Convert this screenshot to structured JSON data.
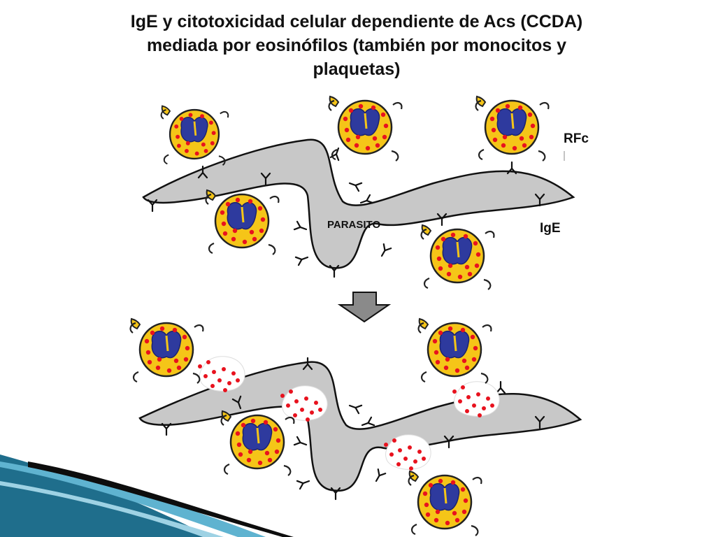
{
  "title": {
    "line1": "IgE y citotoxicidad celular dependiente de Acs (CCDA)",
    "line2": "mediada por eosinófilos (también por monocitos y",
    "line3": "plaquetas)"
  },
  "labels": {
    "parasite": "PARASITO",
    "receptor": "RFc",
    "antibody": "IgE"
  },
  "icons": {
    "cell": "eosinophil-icon",
    "antibody": "ige-antibody-icon",
    "arrow": "down-arrow-icon"
  },
  "colors": {
    "cell": "#F5C518",
    "nucleus": "#2E3A9E",
    "granule": "#E8121E",
    "parasite": "#C8C8C8",
    "arrow": "#8A8A8A",
    "ribbon_dark": "#1F6E8C",
    "ribbon_light": "#5FB3D0"
  }
}
